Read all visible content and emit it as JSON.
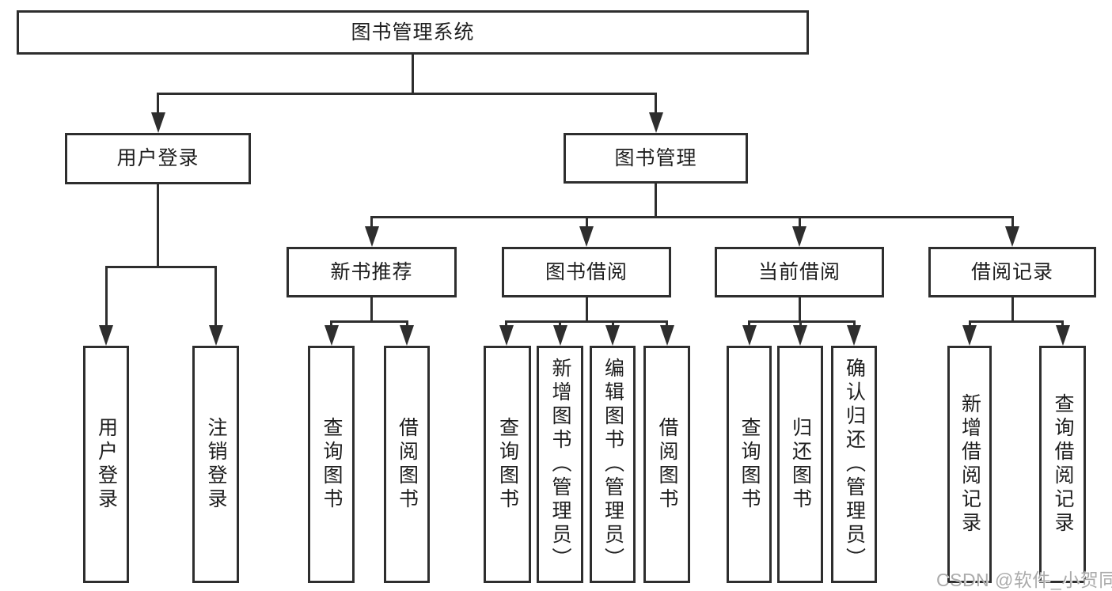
{
  "colors": {
    "line": "#2e2e2e",
    "text": "#1e1e1e",
    "background": "#ffffff",
    "watermark": "#ababab"
  },
  "watermark": {
    "text": "CSDN @软件_小贺同学"
  },
  "nodes": {
    "root": {
      "label": "图书管理系统"
    },
    "user_login": {
      "label": "用户登录"
    },
    "book_mgmt": {
      "label": "图书管理"
    },
    "new_book_rec": {
      "label": "新书推荐"
    },
    "book_borrow": {
      "label": "图书借阅"
    },
    "current_borrow": {
      "label": "当前借阅"
    },
    "borrow_record": {
      "label": "借阅记录"
    },
    "leaf_user_login": {
      "label": "用户登录"
    },
    "leaf_logout": {
      "label": "注销登录"
    },
    "leaf_query_book_1": {
      "label": "查询图书"
    },
    "leaf_borrow_book_1": {
      "label": "借阅图书"
    },
    "leaf_query_book_2": {
      "label": "查询图书"
    },
    "leaf_add_book": {
      "label": "新增图书（管理员）"
    },
    "leaf_edit_book": {
      "label": "编辑图书（管理员）"
    },
    "leaf_borrow_book_2": {
      "label": "借阅图书"
    },
    "leaf_query_book_3": {
      "label": "查询图书"
    },
    "leaf_return_book": {
      "label": "归还图书"
    },
    "leaf_confirm_return": {
      "label": "确认归还（管理员）"
    },
    "leaf_add_record": {
      "label": "新增借阅记录"
    },
    "leaf_query_record": {
      "label": "查询借阅记录"
    }
  },
  "hierarchy": {
    "root": "图书管理系统",
    "children": [
      {
        "label": "用户登录",
        "children": [
          "用户登录",
          "注销登录"
        ]
      },
      {
        "label": "图书管理",
        "children": [
          {
            "label": "新书推荐",
            "children": [
              "查询图书",
              "借阅图书"
            ]
          },
          {
            "label": "图书借阅",
            "children": [
              "查询图书",
              "新增图书（管理员）",
              "编辑图书（管理员）",
              "借阅图书"
            ]
          },
          {
            "label": "当前借阅",
            "children": [
              "查询图书",
              "归还图书",
              "确认归还（管理员）"
            ]
          },
          {
            "label": "借阅记录",
            "children": [
              "新增借阅记录",
              "查询借阅记录"
            ]
          }
        ]
      }
    ]
  }
}
